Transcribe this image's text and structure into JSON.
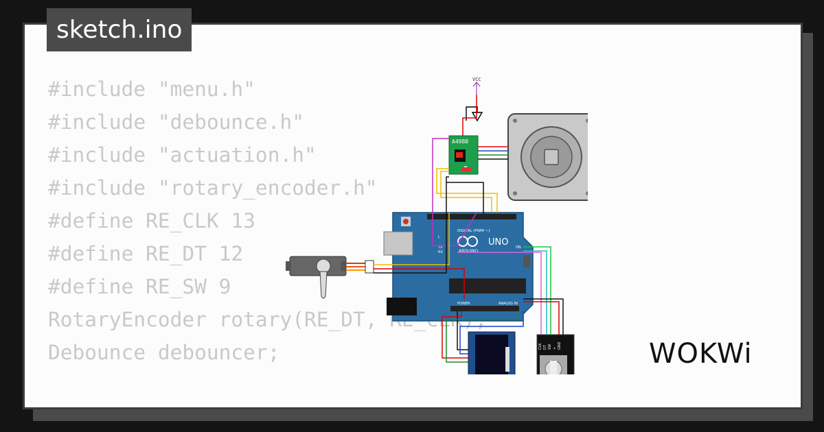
{
  "file_tab": "sketch.ino",
  "code_lines": [
    "#include \"menu.h\"",
    "#include \"debounce.h\"",
    "#include \"actuation.h\"",
    "#include \"rotary_encoder.h\"",
    "",
    "#define RE_CLK 13",
    "#define RE_DT 12",
    "#define RE_SW 9",
    "",
    "RotaryEncoder rotary(RE_DT, RE_CLK);",
    "Debounce debouncer;"
  ],
  "circuit": {
    "vcc_label": "VCC",
    "driver_label": "A4988",
    "board_logo": "ARDUINO",
    "board_model": "UNO",
    "digital_label": "DIGITAL (PWM ~)",
    "power_label": "POWER",
    "analog_label": "ANALOG IN",
    "tx_label": "TX",
    "rx_label": "RX",
    "l_label": "L",
    "on_label": "ON",
    "encoder_pins": [
      "CLK",
      "DT",
      "SW",
      "+",
      "GND"
    ]
  },
  "brand": "WOKWi",
  "colors": {
    "board": "#2b6da3",
    "driver": "#1e9e4a",
    "motor": "#c8c8c8"
  }
}
